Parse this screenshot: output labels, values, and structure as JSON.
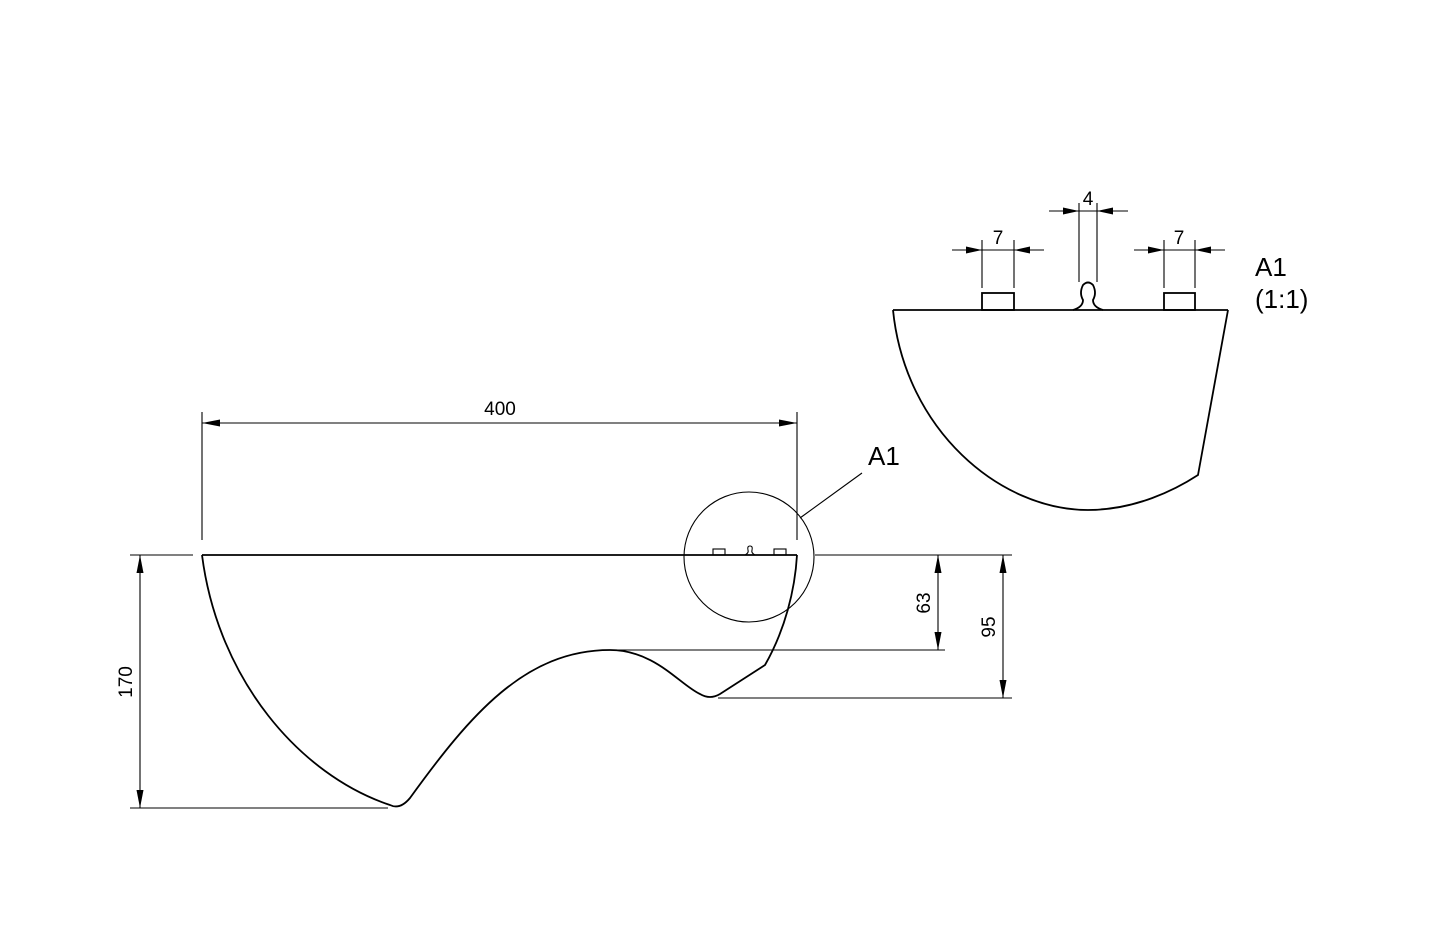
{
  "main_view": {
    "dim_width": "400",
    "dim_height_total": "170",
    "dim_depth_inner": "63",
    "dim_depth_notch": "95",
    "detail_callout": "A1"
  },
  "detail_view": {
    "title": "A1",
    "scale": "(1:1)",
    "dim_left_tab": "7",
    "dim_center_slot": "4",
    "dim_right_tab": "7"
  },
  "colors": {
    "stroke": "#000000",
    "background": "#ffffff"
  }
}
